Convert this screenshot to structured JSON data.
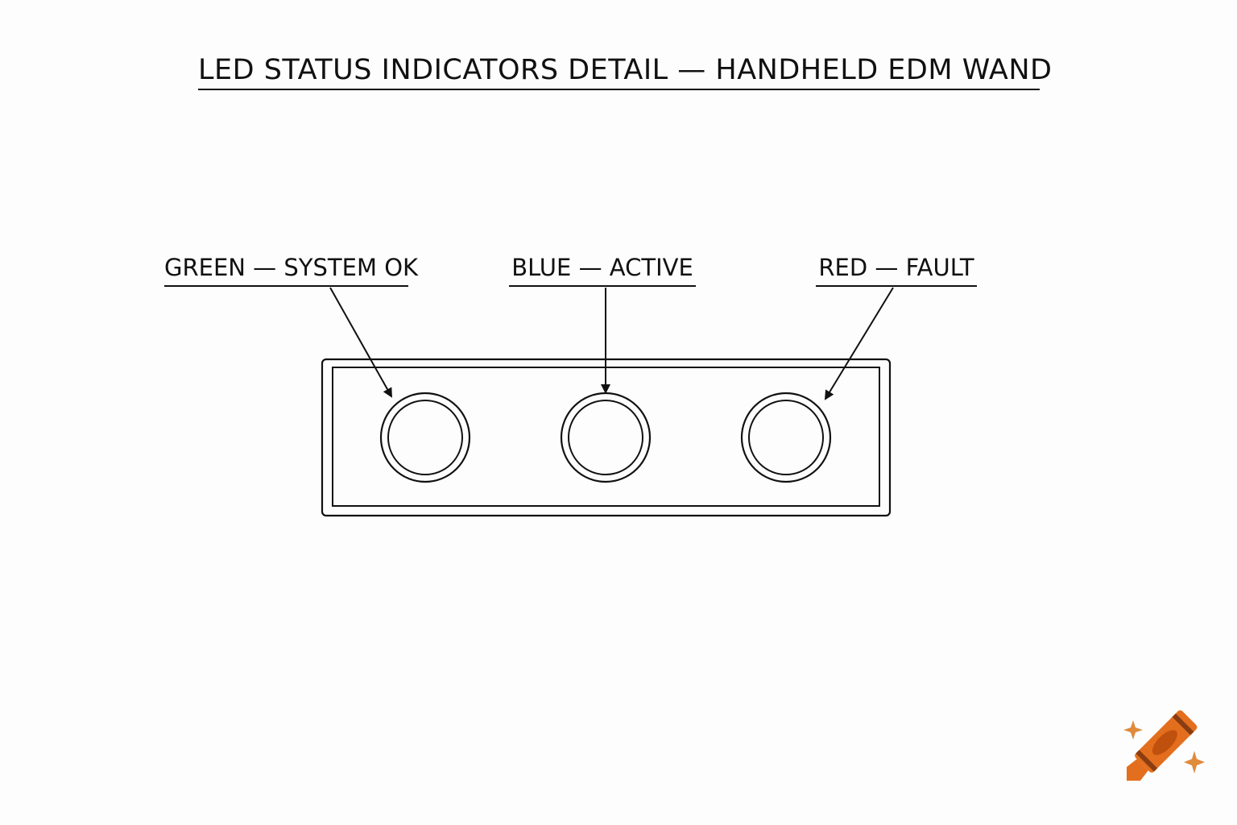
{
  "title": "LED STATUS INDICATORS DETAIL — HANDHELD EDM WAND",
  "callouts": [
    {
      "label": "GREEN — SYSTEM OK"
    },
    {
      "label": "BLUE — ACTIVE"
    },
    {
      "label": "RED — FAULT"
    }
  ],
  "colors": {
    "line": "#111111",
    "background": "#fdfdfd",
    "crayon_body": "#e36f1e",
    "crayon_dark": "#8a3d12",
    "crayon_accent": "#c0500e",
    "sparkle": "#e08a3c"
  },
  "logo": "crayon-icon"
}
